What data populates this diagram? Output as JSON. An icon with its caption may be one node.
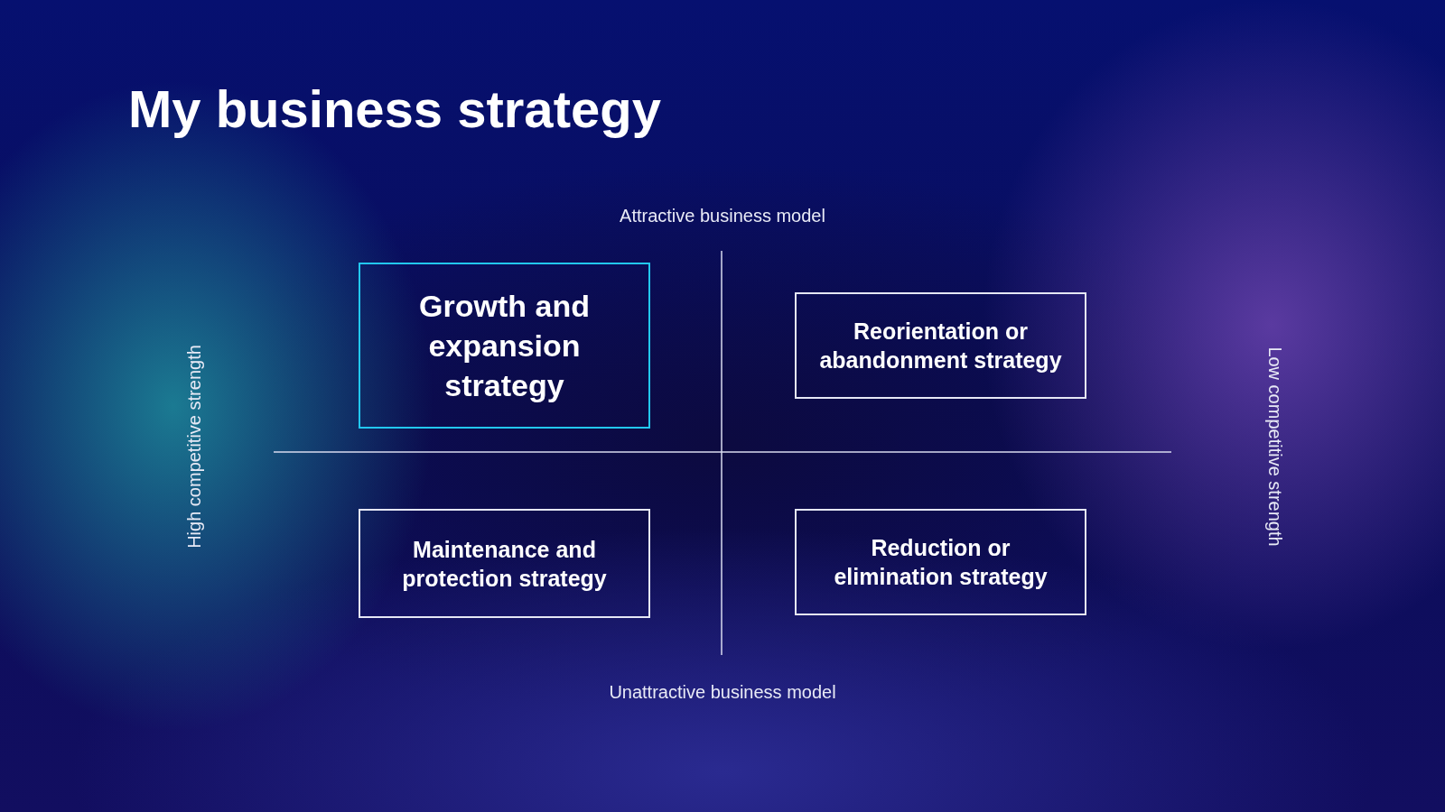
{
  "diagram": {
    "title": "My business strategy",
    "nodes": [
      {
        "text": [
          "Growth and expansion strategy"
        ]
      },
      {
        "text": [
          "Reorientation or abandonment strategy"
        ]
      },
      {
        "text": [
          "Maintenance and protection strategy"
        ]
      },
      {
        "text": [
          "Reduction or elimination strategy"
        ]
      }
    ],
    "labels": [
      "Attractive business model",
      "High competitive strength",
      "Low competitive strength",
      "Unattractive business model"
    ]
  }
}
